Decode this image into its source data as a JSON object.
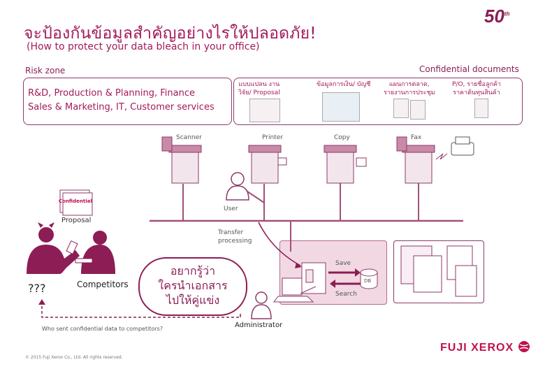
{
  "title": {
    "thai": "จะป้องกันข้อมูลสำคัญอย่างไรให้ปลอดภัย!",
    "english": "(How to protect your data bleach in your office)"
  },
  "risk_zone": {
    "label": "Risk zone",
    "line1": "R&D, Production & Planning, Finance",
    "line2": "Sales & Marketing, IT, Customer services"
  },
  "confidential": {
    "label": "Confidential documents",
    "docs": [
      {
        "line1": "แบบแปลน งาน",
        "line2": "วิจัย/ Proposal"
      },
      {
        "line1": "ข้อมูลการเงิน/ บัญชี",
        "line2": ""
      },
      {
        "line1": "แผนการตลาด,",
        "line2": "รายงานการประชุม"
      },
      {
        "line1": "P/O, รายชื่อลูกค้า",
        "line2": "ราคาต้นทุนสินค้า"
      }
    ]
  },
  "devices": {
    "scanner": "Scanner",
    "printer": "Printer",
    "copy": "Copy",
    "fax": "Fax"
  },
  "people": {
    "user": "User",
    "proposal": "Proposal",
    "confidential_stamp": "Confidential",
    "competitors": "Competitors",
    "unknown": "???",
    "administrator": "Administrator"
  },
  "flow": {
    "transfer_l1": "Transfer",
    "transfer_l2": "processing",
    "save": "Save",
    "search": "Search",
    "db": "DB"
  },
  "bubble": {
    "line1": "อยากรู้ว่า",
    "line2": "ใครนำเอกสาร",
    "line3": "ไปให้คู่แข่ง"
  },
  "question": "Who sent confidential data to competitors?",
  "footer": {
    "copyright": "© 2015 Fuji Xerox Co., Ltd. All rights reserved.",
    "logo": "FUJI XEROX",
    "anniversary": "50",
    "anniversary_sup": "th"
  },
  "colors": {
    "primary": "#a3195b",
    "line": "#8c3a6a",
    "highlight": "#f2d8e3"
  }
}
